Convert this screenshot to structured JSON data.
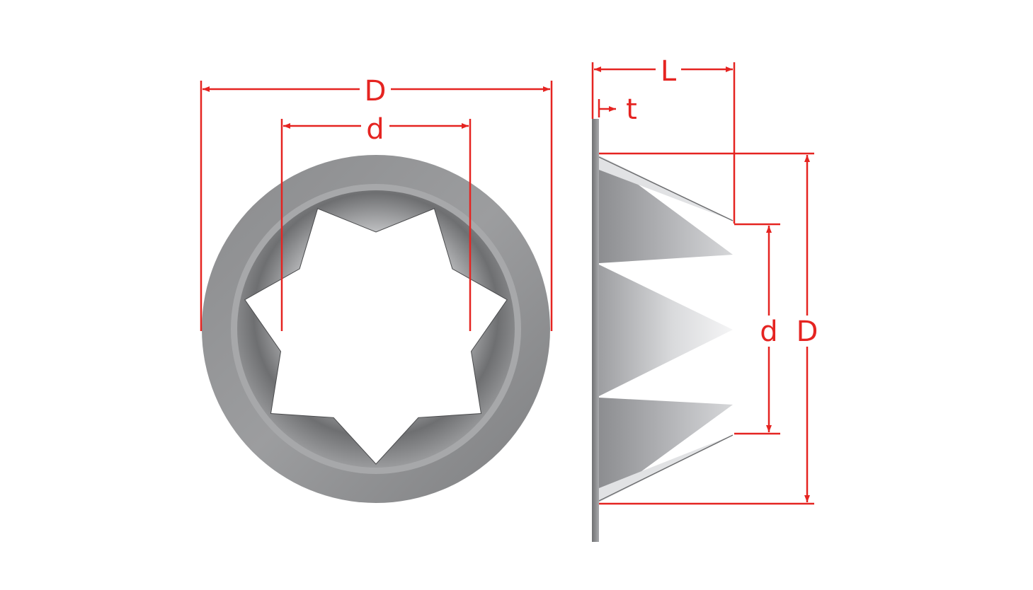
{
  "colors": {
    "dimension": "#e52421",
    "metal_dark": "#7d7d7e",
    "metal_light": "#e6e7e9",
    "background": "#ffffff"
  },
  "front_view": {
    "outer_diameter_label": "D",
    "inner_diameter_label": "d",
    "tooth_count": 7
  },
  "side_view": {
    "length_label": "L",
    "thickness_label": "t",
    "inner_diameter_label": "d",
    "outer_diameter_label": "D"
  }
}
